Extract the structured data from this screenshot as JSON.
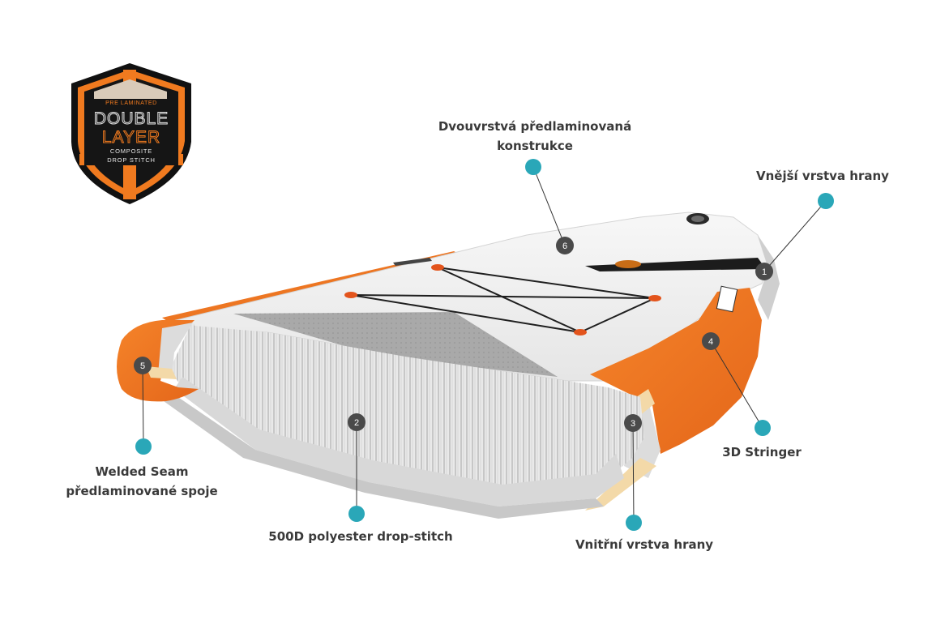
{
  "badge": {
    "line1": "PRE LAMINATED",
    "line2": "DOUBLE",
    "line3": "LAYER",
    "line4": "COMPOSITE",
    "line5": "DROP STITCH"
  },
  "callouts": [
    {
      "number": "6",
      "lines": [
        "Dvouvrstvá předlaminovaná",
        "konstrukce"
      ]
    },
    {
      "number": "1",
      "lines": [
        "Vnější vrstva hrany"
      ]
    },
    {
      "number": "4",
      "lines": [
        "3D Stringer"
      ]
    },
    {
      "number": "3",
      "lines": [
        "Vnitřní vrstva hrany"
      ]
    },
    {
      "number": "2",
      "lines": [
        "500D polyester drop-stitch"
      ]
    },
    {
      "number": "5",
      "lines": [
        "Welded Seam",
        "předlaminované spoje"
      ]
    }
  ],
  "colors": {
    "accent_orange": "#f07a1f",
    "marker_teal": "#2aa7b8",
    "marker_dark": "#4a4a4a",
    "label_text": "#3a3a3a"
  }
}
